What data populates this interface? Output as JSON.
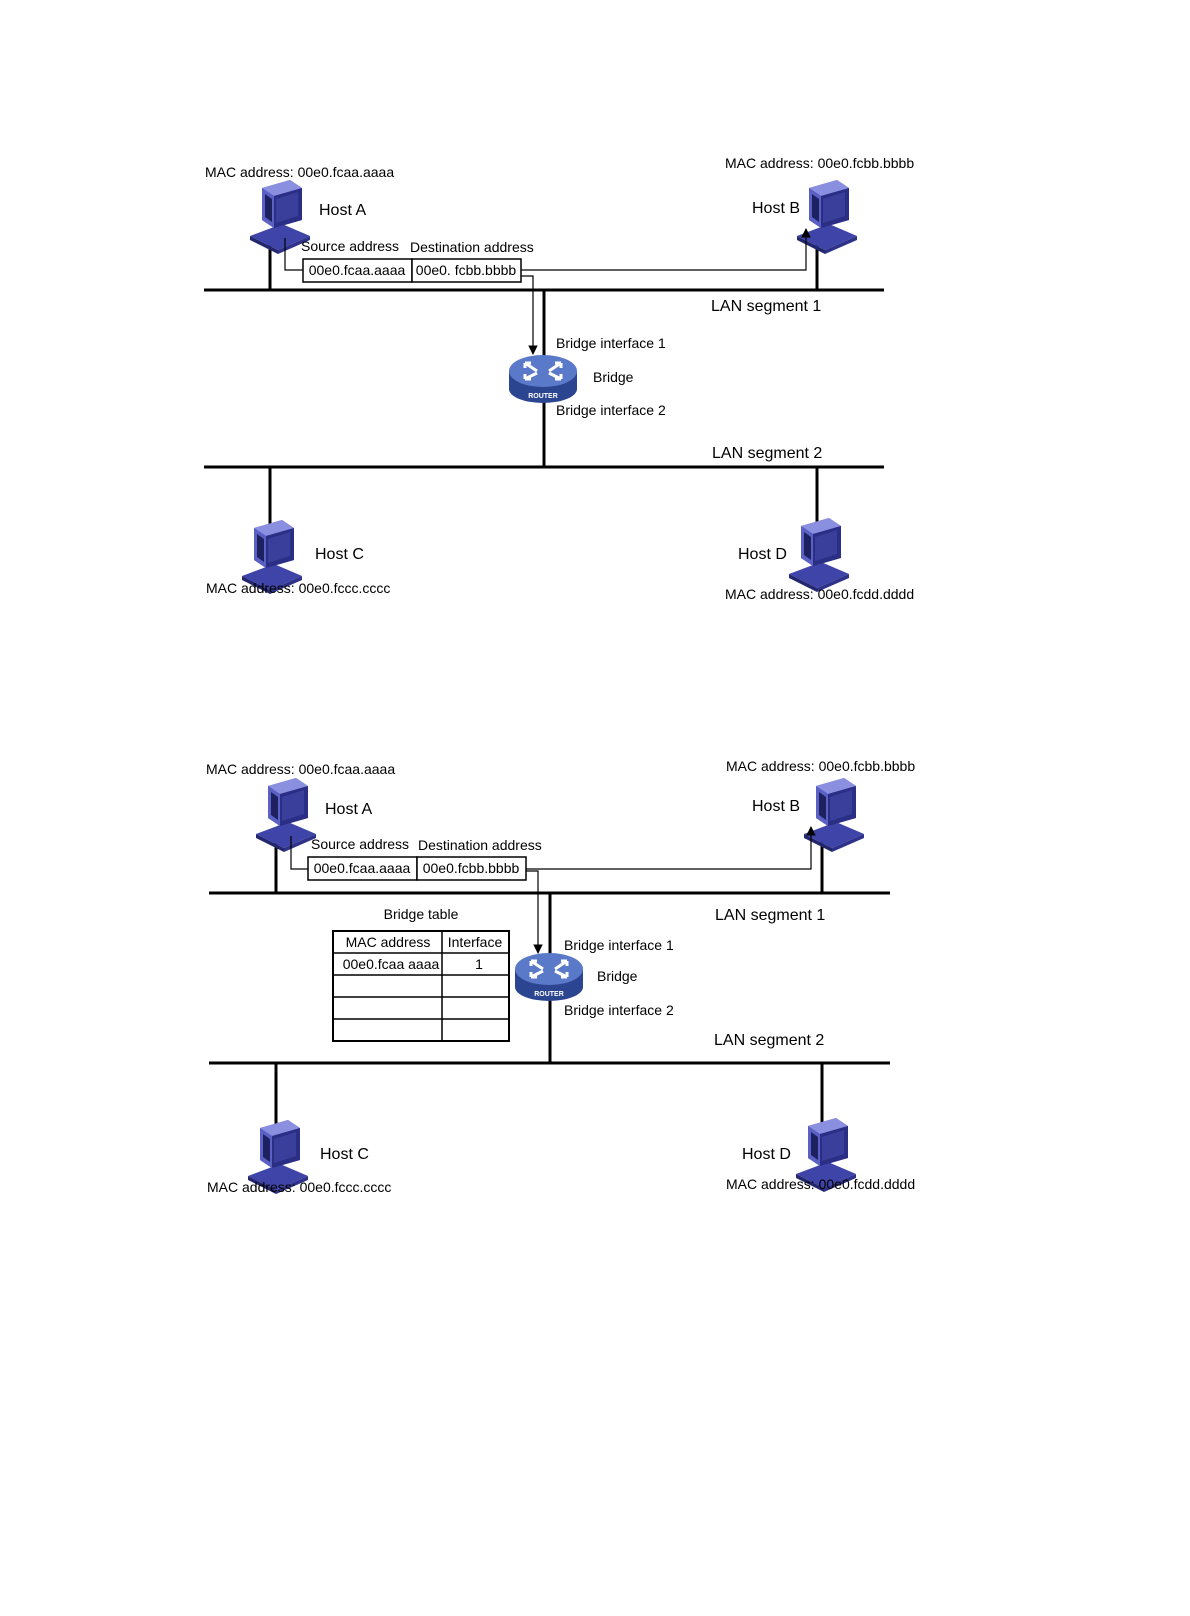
{
  "diagrams": [
    {
      "host_a": {
        "name": "Host A",
        "mac": "MAC address: 00e0.fcaa.aaaa"
      },
      "host_b": {
        "name": "Host B",
        "mac": "MAC address: 00e0.fcbb.bbbb"
      },
      "host_c": {
        "name": "Host C",
        "mac": "MAC address: 00e0.fccc.cccc"
      },
      "host_d": {
        "name": "Host D",
        "mac": "MAC address: 00e0.fcdd.dddd"
      },
      "frame": {
        "source_label": "Source address",
        "destination_label": "Destination address",
        "source_value": "00e0.fcaa.aaaa",
        "destination_value": "00e0. fcbb.bbbb"
      },
      "segment_1": "LAN segment 1",
      "segment_2": "LAN segment 2",
      "bridge": {
        "label": "Bridge",
        "interface_1": "Bridge interface 1",
        "interface_2": "Bridge interface 2",
        "router_text": "ROUTER"
      }
    },
    {
      "host_a": {
        "name": "Host A",
        "mac": "MAC address: 00e0.fcaa.aaaa"
      },
      "host_b": {
        "name": "Host B",
        "mac": "MAC address: 00e0.fcbb.bbbb"
      },
      "host_c": {
        "name": "Host C",
        "mac": "MAC address: 00e0.fccc.cccc"
      },
      "host_d": {
        "name": "Host D",
        "mac": "MAC address: 00e0.fcdd.dddd"
      },
      "frame": {
        "source_label": "Source address",
        "destination_label": "Destination address",
        "source_value": "00e0.fcaa.aaaa",
        "destination_value": "00e0.fcbb.bbbb"
      },
      "segment_1": "LAN segment 1",
      "segment_2": "LAN segment 2",
      "bridge": {
        "label": "Bridge",
        "interface_1": "Bridge interface 1",
        "interface_2": "Bridge interface 2",
        "router_text": "ROUTER"
      },
      "bridge_table": {
        "title": "Bridge table",
        "headers": [
          "MAC address",
          "Interface"
        ],
        "rows": [
          [
            "00e0.fcaa aaaa",
            "1"
          ],
          [
            "",
            ""
          ],
          [
            "",
            ""
          ],
          [
            "",
            ""
          ]
        ]
      }
    }
  ],
  "colors": {
    "computer_body": "#4a4fb0",
    "computer_dark": "#2a2e85",
    "computer_light": "#8a8fe0",
    "router_body": "#3d5aa8",
    "router_top": "#5b79c9"
  },
  "icons": [
    "computer-icon",
    "router-icon"
  ]
}
